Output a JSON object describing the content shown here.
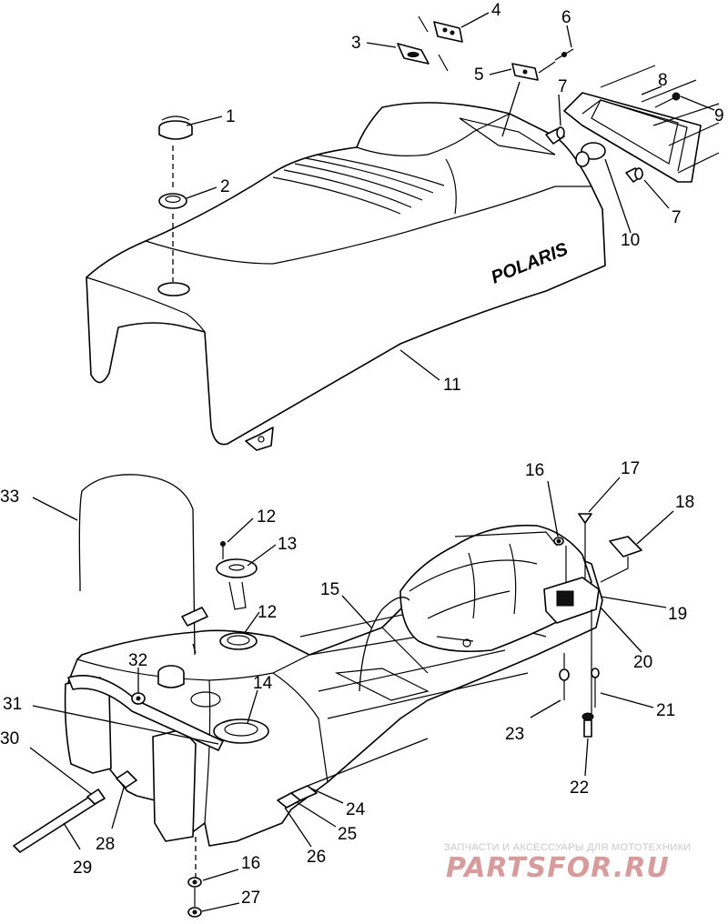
{
  "diagram": {
    "brand_on_seat": "POLARIS",
    "watermark": {
      "tagline": "ЗАПЧАСТИ И АКСЕССУАРЫ ДЛЯ МОТОТЕХНИКИ",
      "logo": "PARTSFOR.RU"
    },
    "callouts": [
      {
        "id": "c1",
        "label": "1"
      },
      {
        "id": "c2",
        "label": "2"
      },
      {
        "id": "c3",
        "label": "3"
      },
      {
        "id": "c4",
        "label": "4"
      },
      {
        "id": "c5",
        "label": "5"
      },
      {
        "id": "c6",
        "label": "6"
      },
      {
        "id": "c7a",
        "label": "7"
      },
      {
        "id": "c7b",
        "label": "7"
      },
      {
        "id": "c8",
        "label": "8"
      },
      {
        "id": "c9",
        "label": "9"
      },
      {
        "id": "c10",
        "label": "10"
      },
      {
        "id": "c11",
        "label": "11"
      },
      {
        "id": "c12a",
        "label": "12"
      },
      {
        "id": "c12b",
        "label": "12"
      },
      {
        "id": "c13",
        "label": "13"
      },
      {
        "id": "c14",
        "label": "14"
      },
      {
        "id": "c15",
        "label": "15"
      },
      {
        "id": "c16a",
        "label": "16"
      },
      {
        "id": "c16b",
        "label": "16"
      },
      {
        "id": "c17",
        "label": "17"
      },
      {
        "id": "c18",
        "label": "18"
      },
      {
        "id": "c19",
        "label": "19"
      },
      {
        "id": "c20",
        "label": "20"
      },
      {
        "id": "c21",
        "label": "21"
      },
      {
        "id": "c22",
        "label": "22"
      },
      {
        "id": "c23",
        "label": "23"
      },
      {
        "id": "c24",
        "label": "24"
      },
      {
        "id": "c25",
        "label": "25"
      },
      {
        "id": "c26",
        "label": "26"
      },
      {
        "id": "c27",
        "label": "27"
      },
      {
        "id": "c28",
        "label": "28"
      },
      {
        "id": "c29",
        "label": "29"
      },
      {
        "id": "c30",
        "label": "30"
      },
      {
        "id": "c31",
        "label": "31"
      },
      {
        "id": "c32",
        "label": "32"
      },
      {
        "id": "c33",
        "label": "33"
      }
    ]
  }
}
